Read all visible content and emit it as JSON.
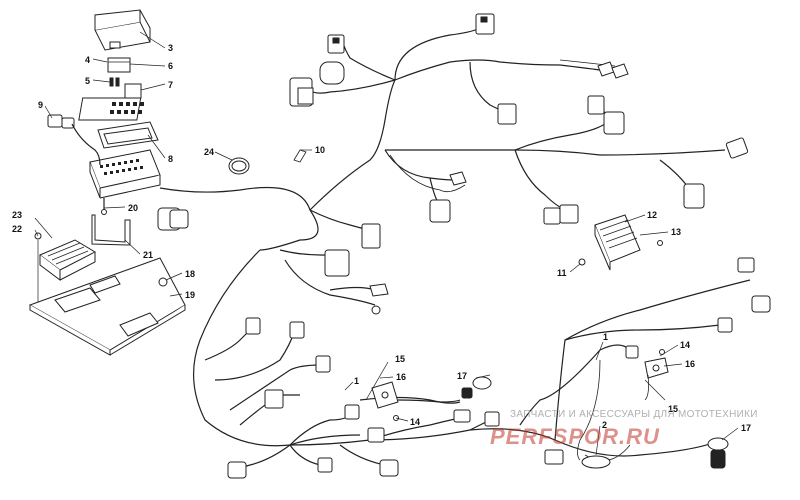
{
  "callouts": [
    {
      "id": "c1",
      "label": "1"
    },
    {
      "id": "c2",
      "label": "2"
    },
    {
      "id": "c3",
      "label": "3"
    },
    {
      "id": "c4",
      "label": "4"
    },
    {
      "id": "c5",
      "label": "5"
    },
    {
      "id": "c6",
      "label": "6"
    },
    {
      "id": "c7",
      "label": "7"
    },
    {
      "id": "c8",
      "label": "8"
    },
    {
      "id": "c9",
      "label": "9"
    },
    {
      "id": "c10",
      "label": "10"
    },
    {
      "id": "c11",
      "label": "11"
    },
    {
      "id": "c12",
      "label": "12"
    },
    {
      "id": "c13",
      "label": "13"
    },
    {
      "id": "c14a",
      "label": "14"
    },
    {
      "id": "c14b",
      "label": "14"
    },
    {
      "id": "c15a",
      "label": "15"
    },
    {
      "id": "c15b",
      "label": "15"
    },
    {
      "id": "c16a",
      "label": "16"
    },
    {
      "id": "c16b",
      "label": "16"
    },
    {
      "id": "c17a",
      "label": "17"
    },
    {
      "id": "c17b",
      "label": "17"
    },
    {
      "id": "c18",
      "label": "18"
    },
    {
      "id": "c19",
      "label": "19"
    },
    {
      "id": "c20",
      "label": "20"
    },
    {
      "id": "c21",
      "label": "21"
    },
    {
      "id": "c22",
      "label": "22"
    },
    {
      "id": "c23",
      "label": "23"
    },
    {
      "id": "c24",
      "label": "24"
    }
  ],
  "watermark": {
    "tagline": "ЗАПЧАСТИ И АКСЕССУАРЫ ДЛЯ МОТОТЕХНИКИ",
    "brand": "PERFSPOR.RU",
    "brand_color": "#c0392b"
  }
}
